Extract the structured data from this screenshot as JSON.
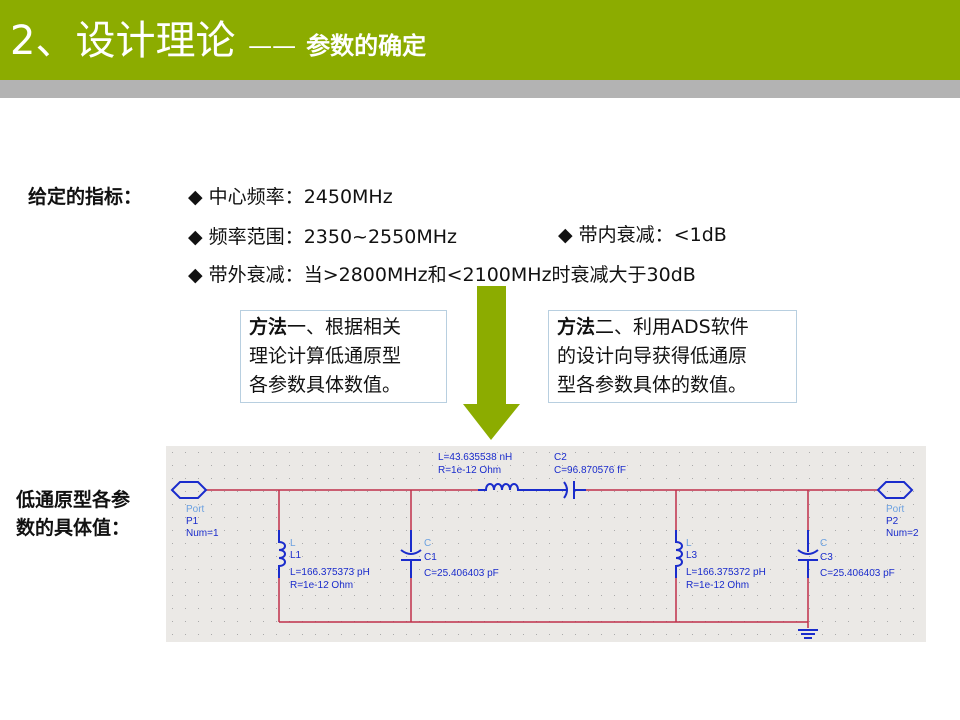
{
  "header": {
    "title": "2、设计理论",
    "dash": "——",
    "subtitle": "参数的确定"
  },
  "specs": {
    "label": "给定的指标：",
    "items": [
      {
        "bullet": "◆",
        "name": "中心频率：",
        "value": "2450MHz"
      },
      {
        "bullet": "◆",
        "name": "频率范围：",
        "value": "2350~2550MHz"
      },
      {
        "bullet": "◆",
        "name": "带内衰减：",
        "value": "<1dB"
      },
      {
        "bullet": "◆",
        "name": "带外衰减：",
        "value": "当>2800MHz和<2100MHz时衰减大于30dB"
      }
    ]
  },
  "methods": [
    {
      "bold": "方法",
      "text1": "一、根据相关",
      "line2": "理论计算低通原型",
      "line3": "各参数具体数值。"
    },
    {
      "bold": "方法",
      "text1": "二、利用ADS软件",
      "line2": "的设计向导获得低通原",
      "line3": "型各参数具体的数值。"
    }
  ],
  "lowpass_label": {
    "line1": "低通原型各参",
    "line2": "数的具体值："
  },
  "colors": {
    "header": "#8cac00",
    "arrow": "#8cac00",
    "wire": "#c0304a",
    "component": "#1a2ccc"
  },
  "schematic": {
    "p1": {
      "type": "Port",
      "name": "P1",
      "num": "Num=1"
    },
    "p2": {
      "type": "Port",
      "name": "P2",
      "num": "Num=2"
    },
    "l1": {
      "type": "L",
      "name": "L1",
      "value": "L=166.375373 pH",
      "r": "R=1e-12 Ohm"
    },
    "c1": {
      "type": "C",
      "name": "C1",
      "value": "C=25.406403 pF"
    },
    "l2": {
      "value": "L=43.635538 nH",
      "r": "R=1e-12 Ohm"
    },
    "c2": {
      "name": "C2",
      "value": "C=96.870576 fF"
    },
    "l3": {
      "type": "L",
      "name": "L3",
      "value": "L=166.375372 pH",
      "r": "R=1e-12 Ohm"
    },
    "c3": {
      "type": "C",
      "name": "C3",
      "value": "C=25.406403 pF"
    }
  }
}
